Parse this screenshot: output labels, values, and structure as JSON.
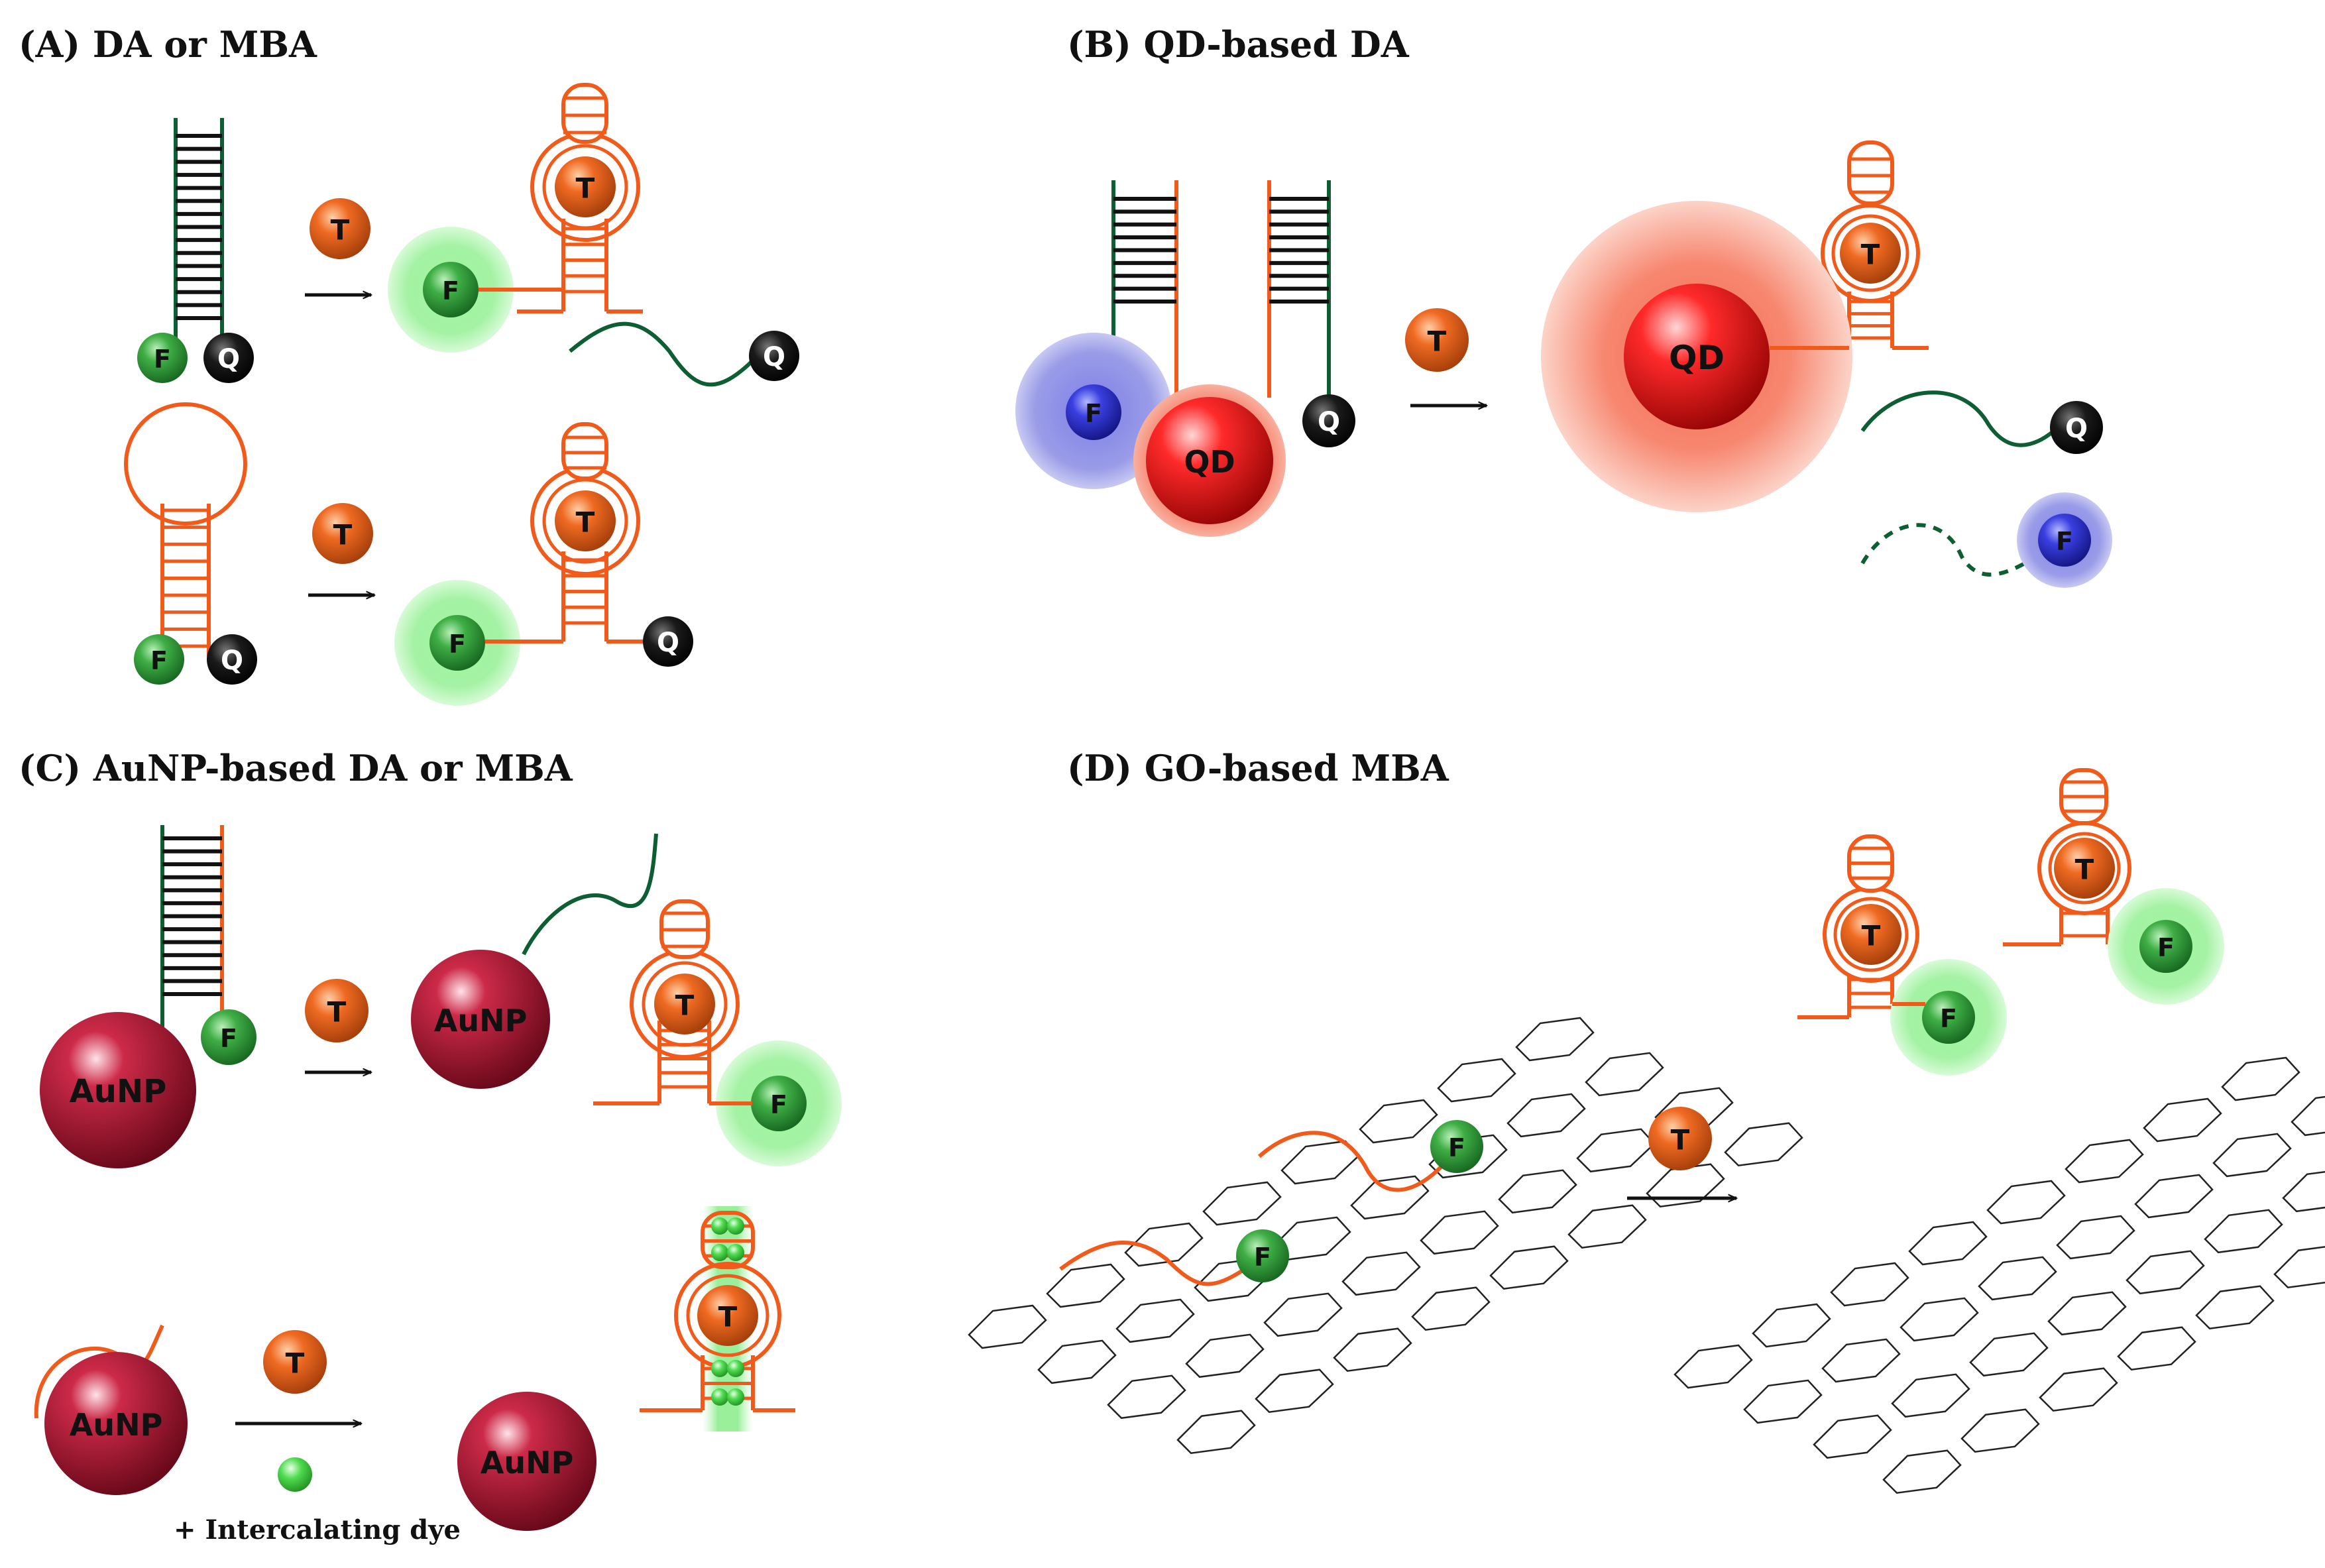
{
  "panels": {
    "a": {
      "title": "(A) DA or MBA"
    },
    "b": {
      "title": "(B) QD-based DA"
    },
    "c": {
      "title": "(C) AuNP-based DA or MBA"
    },
    "d": {
      "title": "(D) GO-based MBA"
    }
  },
  "labels": {
    "fluorophore": "F",
    "quencher": "Q",
    "target": "T",
    "quantum_dot": "QD",
    "gold_nanoparticle": "AuNP",
    "intercalating_dye": "+ Intercalating dye"
  },
  "colors": {
    "strand_orange": "#f05a1a",
    "strand_green": "#0e5e34",
    "rung_black": "#111111",
    "fluor_green": "#2a9a35",
    "glow_green": "#88ee88",
    "target_orange": "#e0521a",
    "qd_red": "#e8101a",
    "glow_red": "#f26a55",
    "fluor_blue": "#2a2fd8",
    "glow_blue": "#7777dd",
    "aunp_crimson": "#b3102c",
    "graphene_line": "#222222"
  }
}
